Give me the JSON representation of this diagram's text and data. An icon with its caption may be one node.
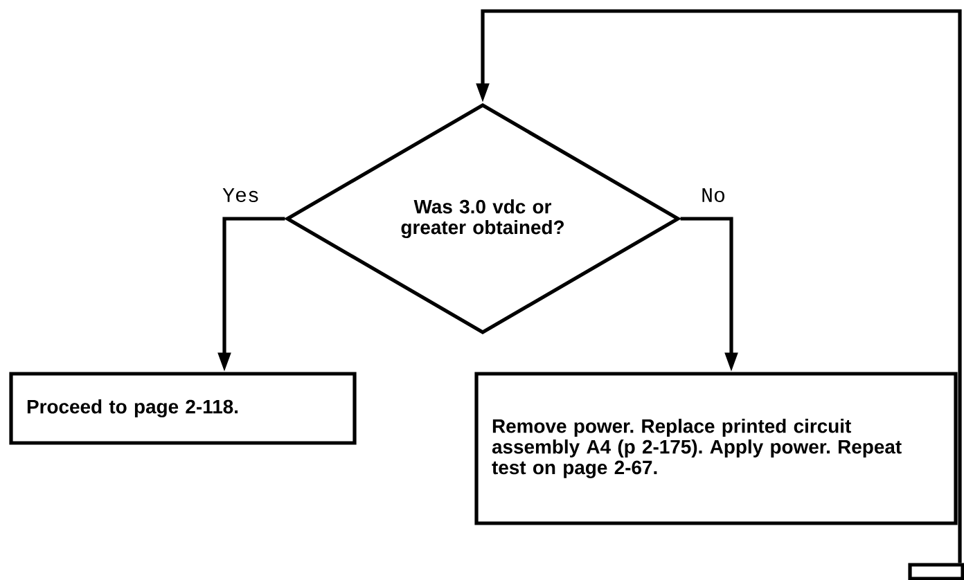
{
  "diagram": {
    "nodes": [
      {
        "text": [
          "Was 3.0 vdc or greater obtained?"
        ]
      },
      {
        "text": [
          "Proceed to page 2-118."
        ]
      },
      {
        "text": [
          "Remove power. Replace printed circuit assembly A4 (p 2-175). Apply power. Repeat test on page 2-67."
        ]
      },
      {
        "text": [],
        "shape": "box"
      }
    ],
    "edges": [
      {
        "from": 0,
        "to": 1,
        "arrow": "to",
        "label": "Yes"
      },
      {
        "from": 0,
        "to": 2,
        "arrow": "to",
        "label": "No"
      },
      {
        "from": 3,
        "to": 0,
        "arrow": "to"
      }
    ]
  }
}
